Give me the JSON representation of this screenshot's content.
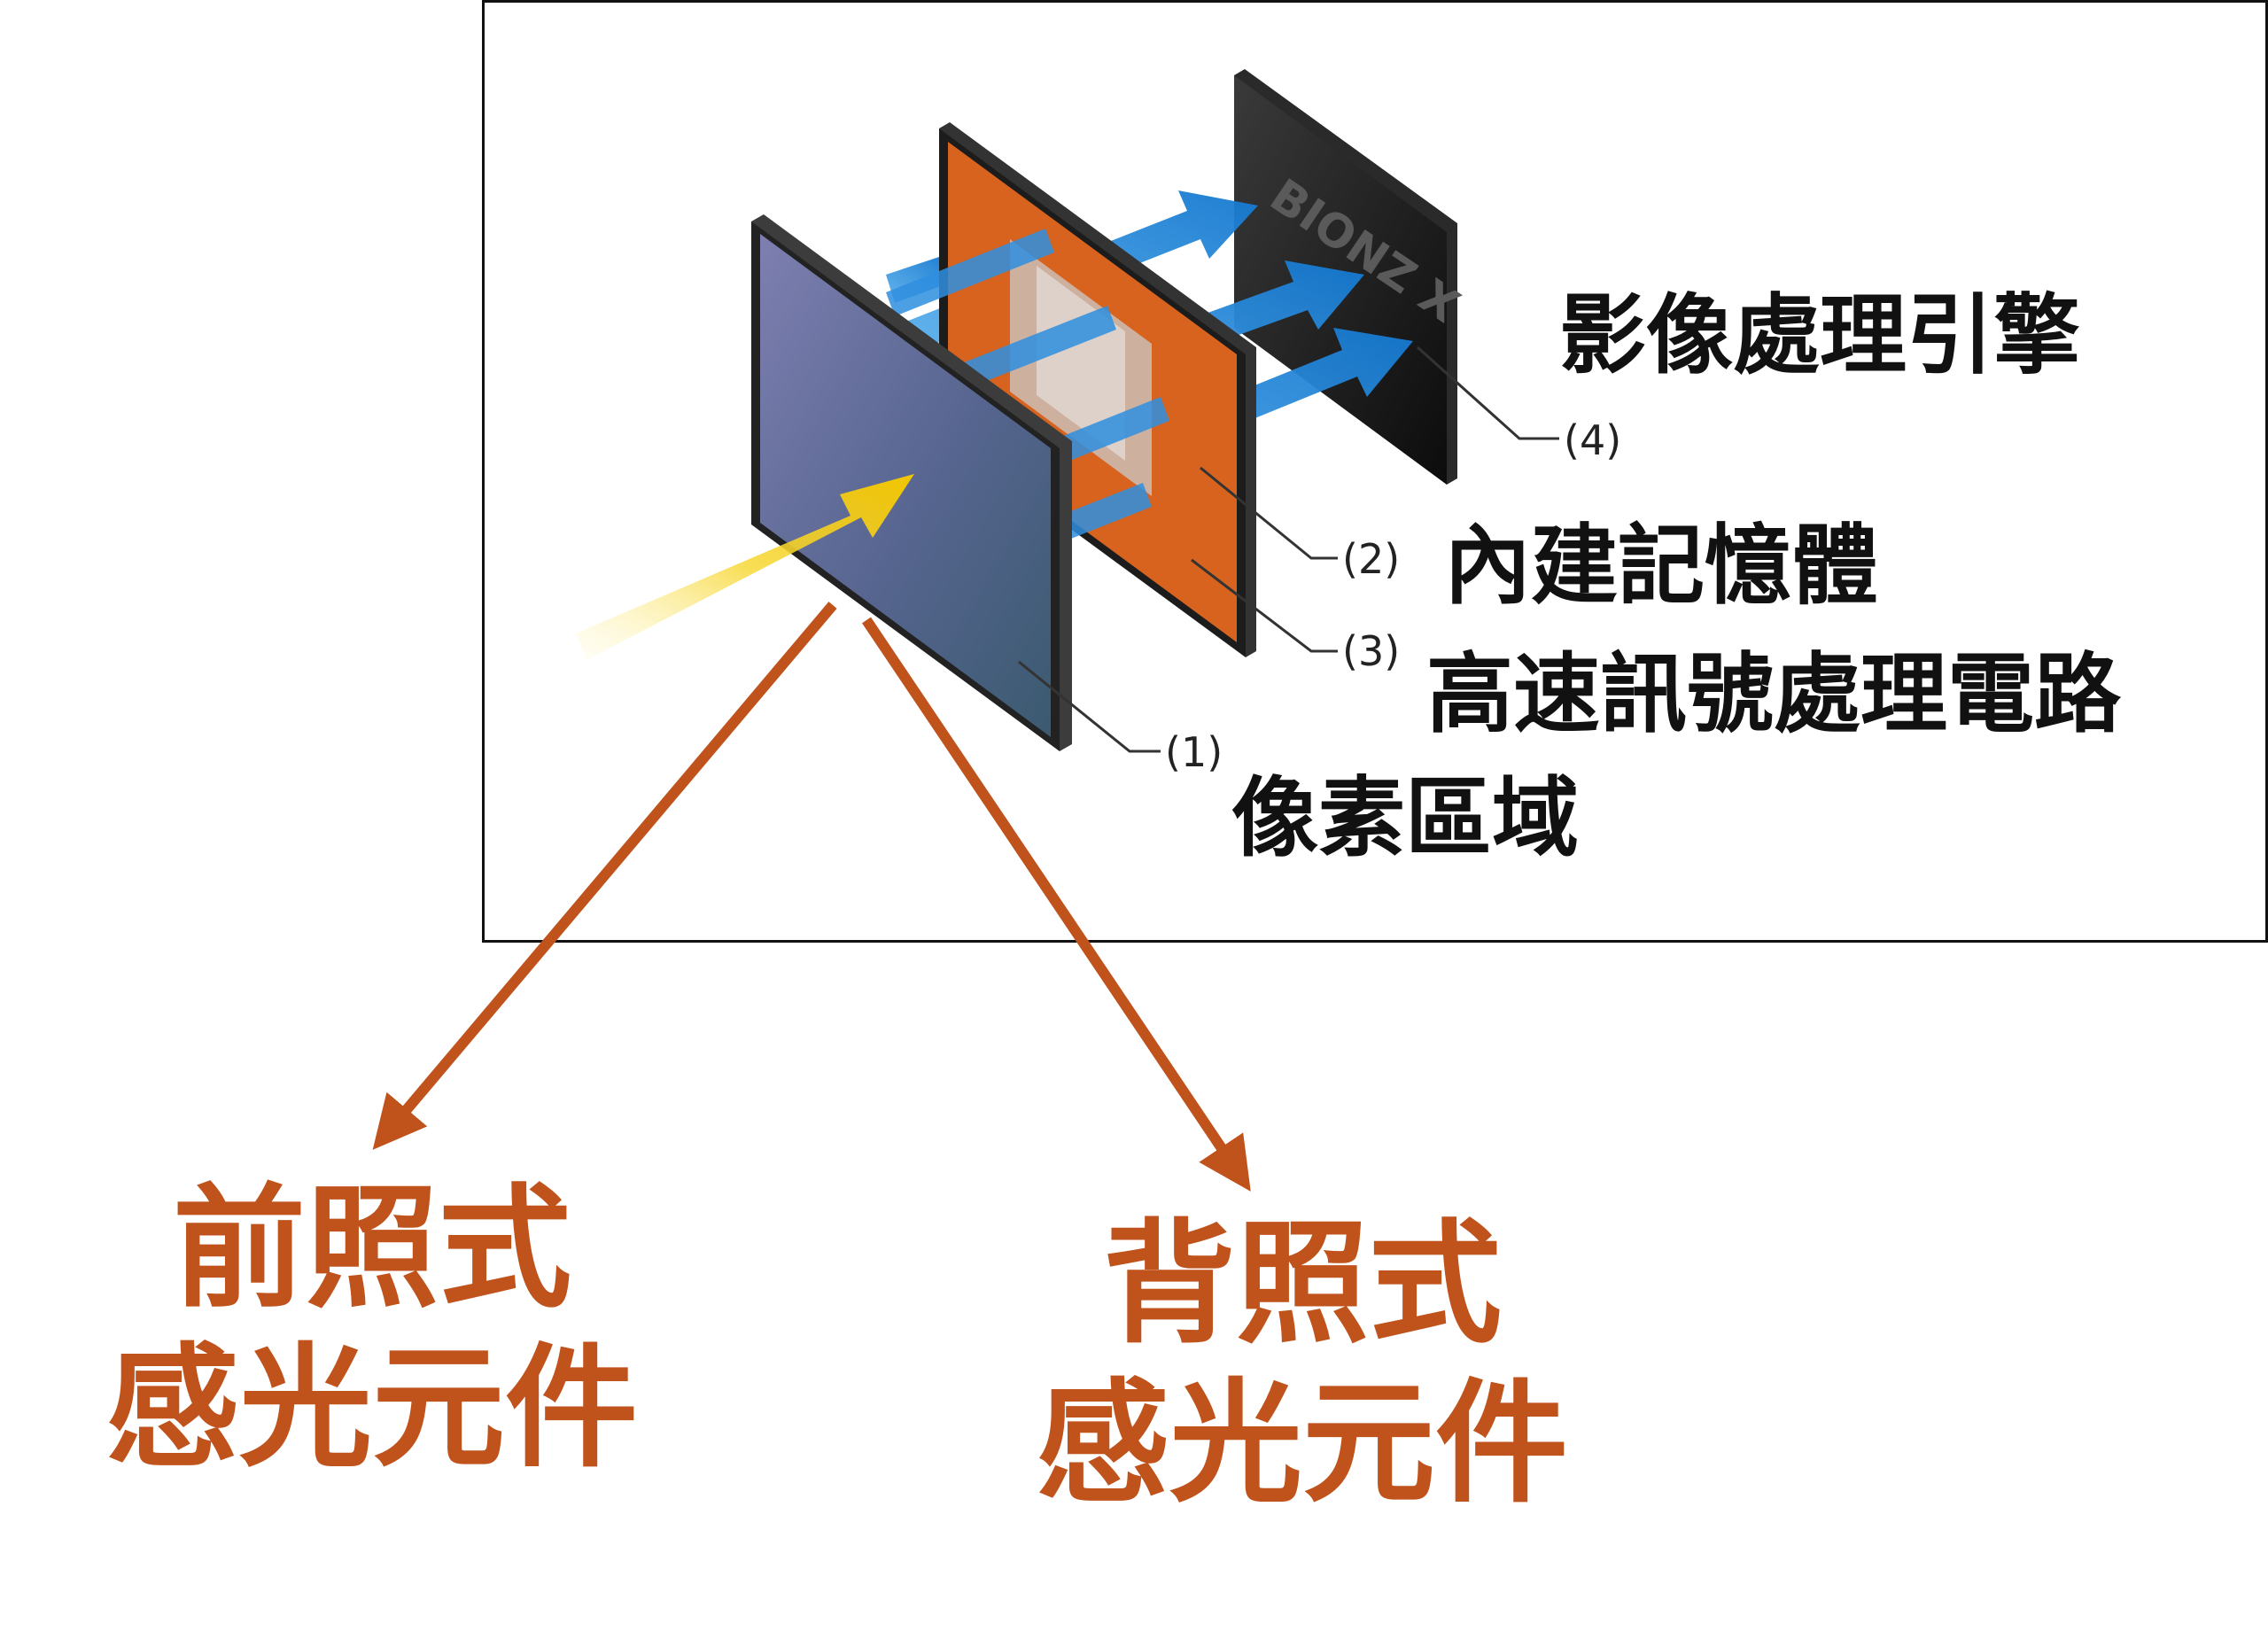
{
  "diagram": {
    "labels": {
      "image_engine": "影像處理引擎",
      "memory": "內建記憶體",
      "signal_circuit": "高速訊號處理電路",
      "pixel_area": "像素區域"
    },
    "callouts": {
      "n1": "(1)",
      "n2": "(2)",
      "n3": "(3)",
      "n4": "(4)"
    },
    "chip_logo": "BIONZ X",
    "front_illuminated": {
      "line1": "前照式",
      "line2": "感光元件"
    },
    "back_illuminated": {
      "line1": "背照式",
      "line2": "感光元件"
    },
    "colors": {
      "sensor": "#4f5f86",
      "circuit": "#d8631e",
      "engine": "#141414",
      "data_arrows": "#1f8ee0",
      "light_arrow": "#f2c500",
      "pointer_arrows": "#c0521c"
    }
  }
}
